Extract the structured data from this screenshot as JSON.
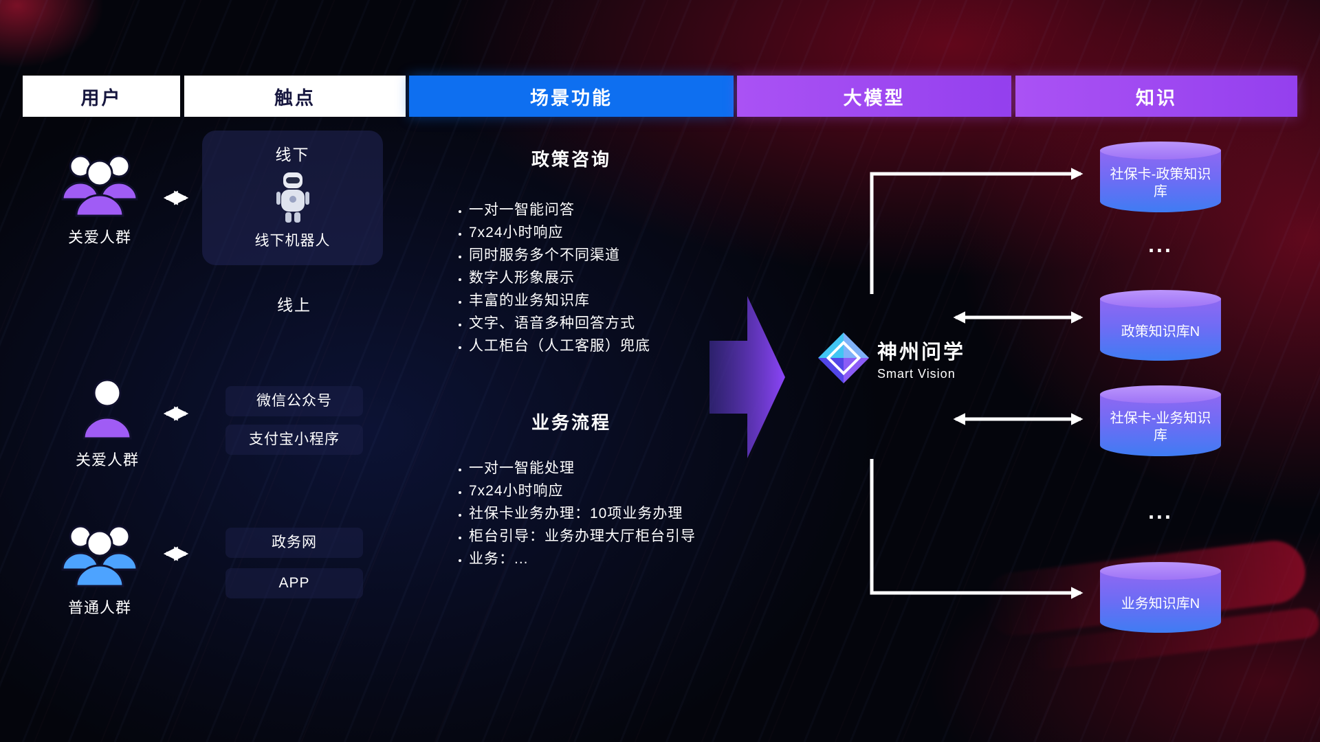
{
  "header": {
    "columns": [
      {
        "label": "用户"
      },
      {
        "label": "触点"
      },
      {
        "label": "场景功能"
      },
      {
        "label": "大模型"
      },
      {
        "label": "知识"
      }
    ]
  },
  "users": {
    "groups": [
      {
        "label": "关爱人群",
        "icon": "group-people-icon",
        "color": "#a05cf5"
      },
      {
        "label": "关爱人群",
        "icon": "person-icon",
        "color": "#a05cf5"
      },
      {
        "label": "普通人群",
        "icon": "group-people-icon",
        "color": "#4da3ff"
      }
    ]
  },
  "touchpoints": {
    "offline": {
      "title": "线下",
      "robot_label": "线下机器人",
      "icon": "robot-icon"
    },
    "online_title": "线上",
    "online_items": [
      "微信公众号",
      "支付宝小程序",
      "政务网",
      "APP"
    ]
  },
  "scene": {
    "policy": {
      "title": "政策咨询",
      "bullets": [
        "一对一智能问答",
        "7x24小时响应",
        "同时服务多个不同渠道",
        "数字人形象展示",
        "丰富的业务知识库",
        "文字、语音多种回答方式",
        "人工柜台（人工客服）兜底"
      ]
    },
    "business": {
      "title": "业务流程",
      "bullets": [
        "一对一智能处理",
        "7x24小时响应",
        "社保卡业务办理：10项业务办理",
        "柜台引导：业务办理大厅柜台引导",
        "业务：..."
      ]
    }
  },
  "model": {
    "name": "神州问学",
    "subtitle": "Smart Vision",
    "icon": "diamond-logo-icon"
  },
  "knowledge": {
    "items": [
      {
        "label": "社保卡-政策知识库",
        "type": "database"
      },
      {
        "label": "...",
        "type": "ellipsis"
      },
      {
        "label": "政策知识库N",
        "type": "database"
      },
      {
        "label": "社保卡-业务知识库",
        "type": "database"
      },
      {
        "label": "...",
        "type": "ellipsis"
      },
      {
        "label": "业务知识库N",
        "type": "database"
      }
    ]
  },
  "colors": {
    "header_blue": "#0e6ff0",
    "header_purple": "#a14ff2",
    "user_purple": "#a05cf5",
    "user_blue": "#4da3ff",
    "db_gradient_top": "#b48cfb",
    "db_gradient_bottom": "#3d7cf4",
    "arrow_white": "#ffffff",
    "block_arrow_purple": "#7c3aed",
    "background": "#04050c"
  }
}
